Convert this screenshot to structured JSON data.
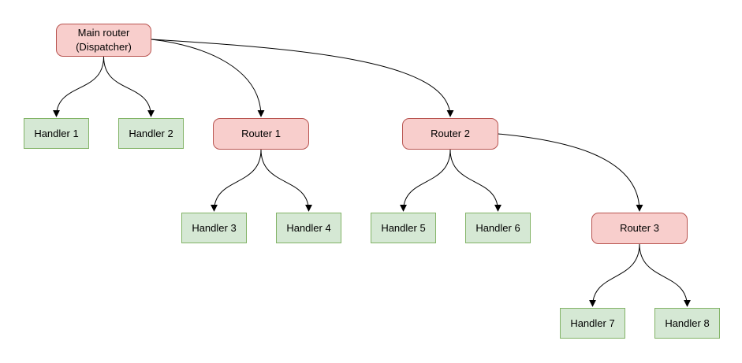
{
  "diagram": {
    "background": "#ffffff",
    "colors": {
      "router_fill": "#f8cecc",
      "router_border": "#b85450",
      "handler_fill": "#d5e8d4",
      "handler_border": "#82b366",
      "edge": "#000000",
      "text": "#000000"
    },
    "nodes": {
      "main": {
        "label": "Main router (Dispatcher)",
        "line1": "Main router",
        "line2": "(Dispatcher)",
        "type": "router"
      },
      "h1": {
        "label": "Handler 1",
        "type": "handler"
      },
      "h2": {
        "label": "Handler 2",
        "type": "handler"
      },
      "r1": {
        "label": "Router 1",
        "type": "router"
      },
      "r2": {
        "label": "Router 2",
        "type": "router"
      },
      "h3": {
        "label": "Handler 3",
        "type": "handler"
      },
      "h4": {
        "label": "Handler 4",
        "type": "handler"
      },
      "h5": {
        "label": "Handler 5",
        "type": "handler"
      },
      "h6": {
        "label": "Handler 6",
        "type": "handler"
      },
      "r3": {
        "label": "Router 3",
        "type": "router"
      },
      "h7": {
        "label": "Handler 7",
        "type": "handler"
      },
      "h8": {
        "label": "Handler 8",
        "type": "handler"
      }
    },
    "edges": [
      {
        "from": "main",
        "to": "h1"
      },
      {
        "from": "main",
        "to": "h2"
      },
      {
        "from": "main",
        "to": "r1"
      },
      {
        "from": "main",
        "to": "r2"
      },
      {
        "from": "r1",
        "to": "h3"
      },
      {
        "from": "r1",
        "to": "h4"
      },
      {
        "from": "r2",
        "to": "h5"
      },
      {
        "from": "r2",
        "to": "h6"
      },
      {
        "from": "r2",
        "to": "r3"
      },
      {
        "from": "r3",
        "to": "h7"
      },
      {
        "from": "r3",
        "to": "h8"
      }
    ]
  }
}
